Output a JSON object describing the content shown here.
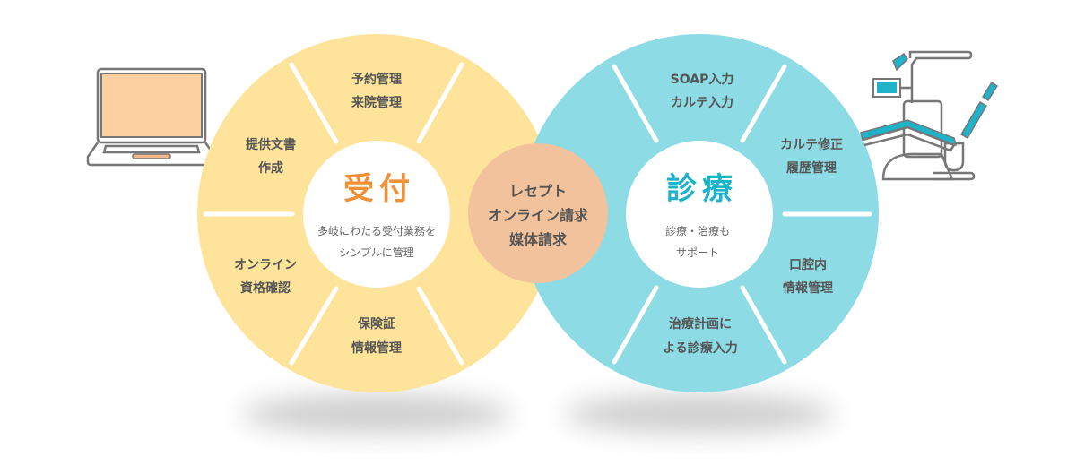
{
  "colors": {
    "reception": "#fde49a",
    "treatment": "#8ddbe5",
    "billing": "#f1c29c",
    "reception_title": "#f0913a",
    "treatment_title": "#1eb3c8"
  },
  "reception": {
    "title": "受付",
    "description": [
      "多岐にわたる受付業務を",
      "シンプルに管理"
    ],
    "items": [
      [
        "予約管理",
        "来院管理"
      ],
      [
        "提供文書",
        "作成"
      ],
      [
        "オンライン",
        "資格確認"
      ],
      [
        "保険証",
        "情報管理"
      ]
    ]
  },
  "treatment": {
    "title": "診療",
    "description": [
      "診療・治療も",
      "サポート"
    ],
    "items": [
      [
        "SOAP入力",
        "カルテ入力"
      ],
      [
        "カルテ修正",
        "履歴管理"
      ],
      [
        "口腔内",
        "情報管理"
      ],
      [
        "治療計画に",
        "よる診療入力"
      ]
    ]
  },
  "billing": {
    "lines": [
      "レセプト",
      "オンライン請求",
      "媒体請求"
    ]
  },
  "icons": [
    "laptop-icon",
    "dental-chair-icon"
  ]
}
